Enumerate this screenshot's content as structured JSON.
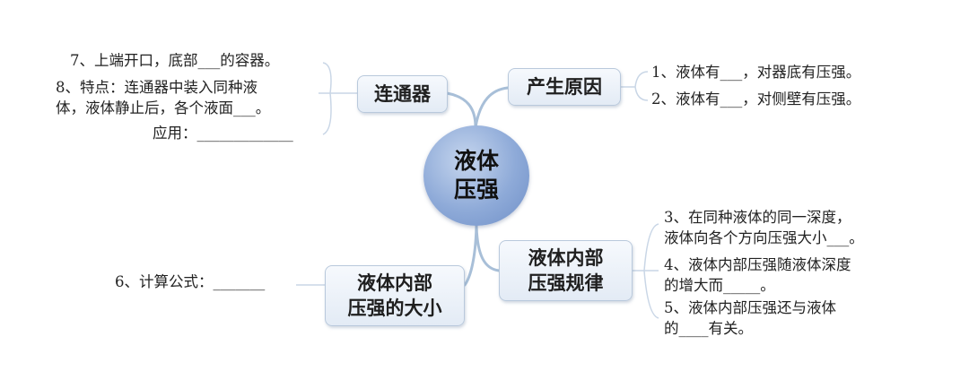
{
  "center": {
    "line1": "液体",
    "line2": "压强"
  },
  "branches": {
    "connector": {
      "label": "连通器"
    },
    "cause": {
      "label": "产生原因"
    },
    "internal_law": {
      "line1": "液体内部",
      "line2": "压强规律"
    },
    "magnitude": {
      "line1": "液体内部",
      "line2": "压强的大小"
    }
  },
  "leaves": {
    "item7": "7、上端开口，底部___的容器。",
    "item8_line1": "8、特点：连通器中装入同种液",
    "item8_line2": "体，液体静止后，各个液面___。",
    "application": "应用：_____________",
    "item1": "1、液体有___，对器底有压强。",
    "item2": "2、液体有___，对侧壁有压强。",
    "item3_line1": "3、在同种液体的同一深度，",
    "item3_line2": "液体向各个方向压强大小___。",
    "item4_line1": "4、液体内部压强随液体深度",
    "item4_line2": "的增大而_____。",
    "item5_line1": "5、液体内部压强还与液体",
    "item5_line2": "的____有关。",
    "item6": "6、计算公式：_______"
  },
  "colors": {
    "line": "#a8bfd8",
    "node_border": "#b9c9dc",
    "center_fill": "#8eaad8"
  }
}
